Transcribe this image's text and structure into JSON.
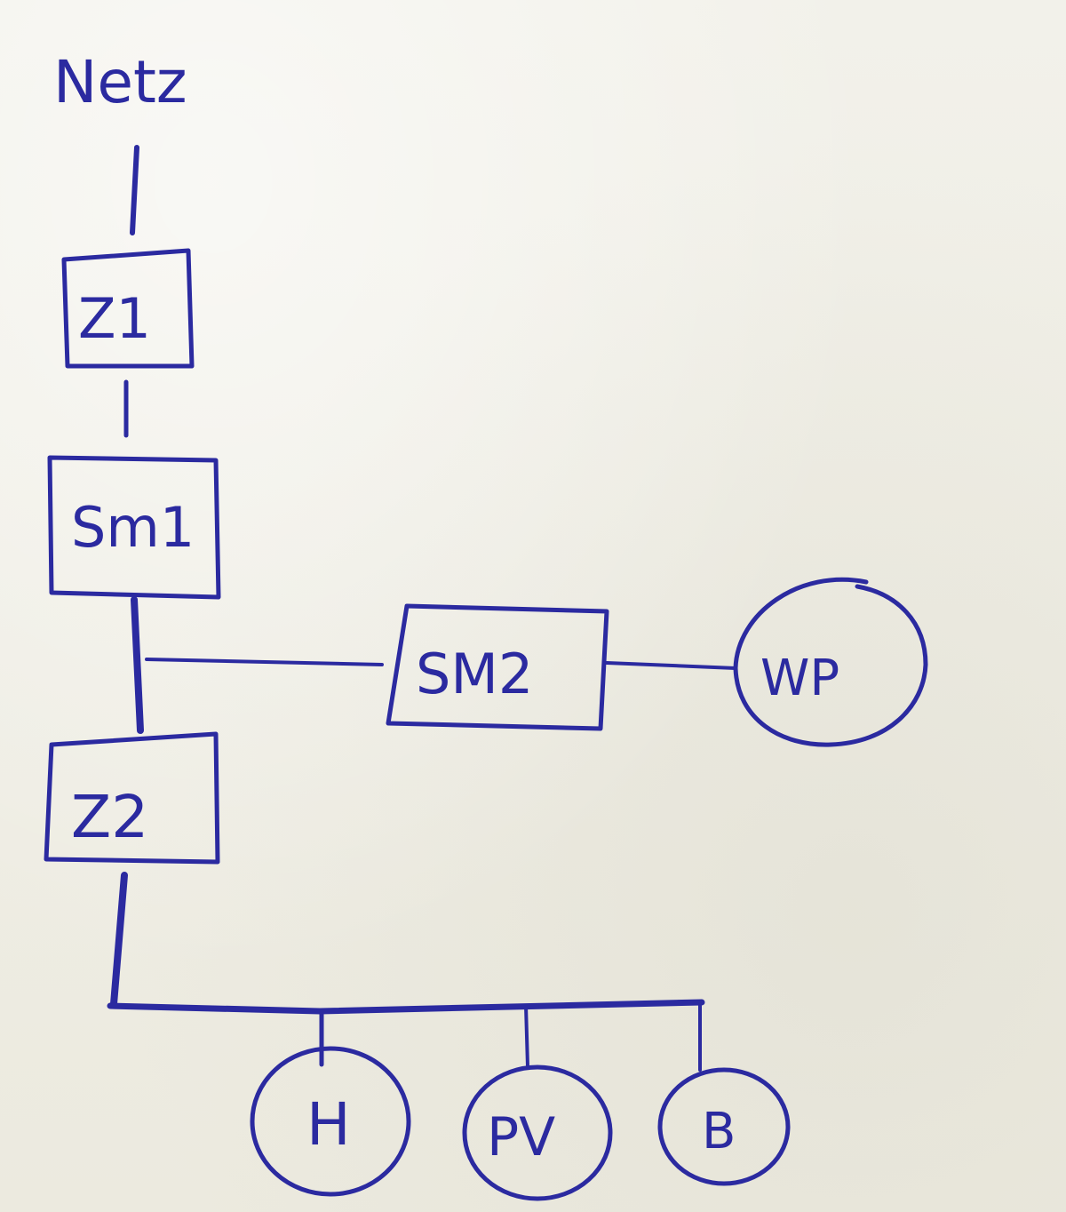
{
  "diagram": {
    "nodes": {
      "grid": {
        "label": "Netz",
        "shape": "text"
      },
      "z1": {
        "label": "Z1",
        "shape": "box"
      },
      "sm1": {
        "label": "Sm1",
        "shape": "box"
      },
      "sm2": {
        "label": "SM2",
        "shape": "box"
      },
      "wp": {
        "label": "WP",
        "shape": "circle"
      },
      "z2": {
        "label": "Z2",
        "shape": "box"
      },
      "h": {
        "label": "H",
        "shape": "circle"
      },
      "pv": {
        "label": "PV",
        "shape": "circle"
      },
      "b": {
        "label": "B",
        "shape": "circle"
      }
    },
    "edges": [
      [
        "grid",
        "z1"
      ],
      [
        "z1",
        "sm1"
      ],
      [
        "sm1",
        "z2"
      ],
      [
        "sm1",
        "sm2"
      ],
      [
        "sm2",
        "wp"
      ],
      [
        "z2",
        "h"
      ],
      [
        "z2",
        "pv"
      ],
      [
        "z2",
        "b"
      ]
    ],
    "colors": {
      "ink": "#2b2aa0",
      "paper": "#f2f1ea"
    }
  }
}
